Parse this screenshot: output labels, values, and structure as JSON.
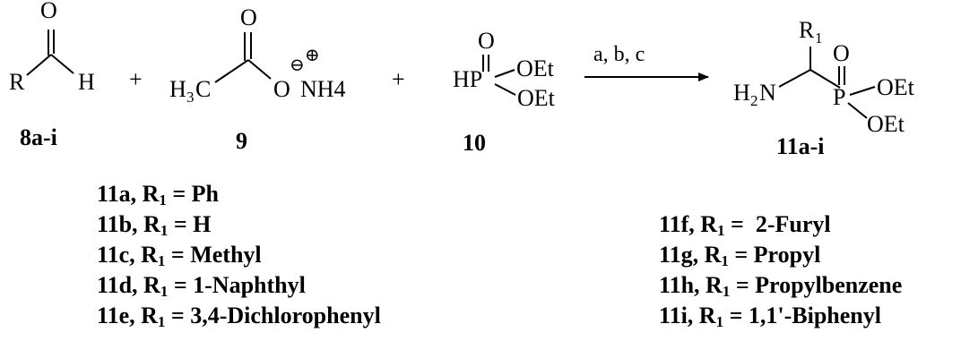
{
  "reactants": {
    "aldehyde": {
      "label": "8a-i",
      "r": "R",
      "o": "O",
      "h": "H"
    },
    "ammonium_acetate": {
      "label": "9",
      "o_carbonyl": "O",
      "h3c": "H",
      "h3c_sub": "3",
      "h3c_c": "C",
      "o_anion": "O",
      "minus": "⊖",
      "plus_charge": "⊕",
      "nh4": "NH4"
    },
    "phosphite": {
      "label": "10",
      "o": "O",
      "hp": "HP",
      "oet1": "OEt",
      "oet2": "OEt"
    }
  },
  "plus_sign": "+",
  "conditions": "a, b, c",
  "product": {
    "label": "11a-i",
    "r": "R",
    "r_sub": "1",
    "h2n_h": "H",
    "h2n_sub": "2",
    "h2n_n": "N",
    "p": "P",
    "o": "O",
    "oet1": "OEt",
    "oet2": "OEt"
  },
  "substituents": [
    {
      "compound": "11a",
      "r": "R",
      "sub": "1",
      "value": " = Ph"
    },
    {
      "compound": "11b",
      "r": "R",
      "sub": "1",
      "value": " = H"
    },
    {
      "compound": "11c",
      "r": "R",
      "sub": "1",
      "value": " = Methyl"
    },
    {
      "compound": "11d",
      "r": "R",
      "sub": "1",
      "value": " = 1-Naphthyl"
    },
    {
      "compound": "11e",
      "r": "R",
      "sub": "1",
      "value": " = 3,4-Dichlorophenyl"
    },
    {
      "compound": "11f",
      "r": "R",
      "sub": "1",
      "value": " =  2-Furyl"
    },
    {
      "compound": "11g",
      "r": "R",
      "sub": "1",
      "value": " = Propyl"
    },
    {
      "compound": "11h",
      "r": "R",
      "sub": "1",
      "value": " = Propylbenzene"
    },
    {
      "compound": "11i",
      "r": "R",
      "sub": "1",
      "value": " = 1,1'-Biphenyl"
    }
  ]
}
